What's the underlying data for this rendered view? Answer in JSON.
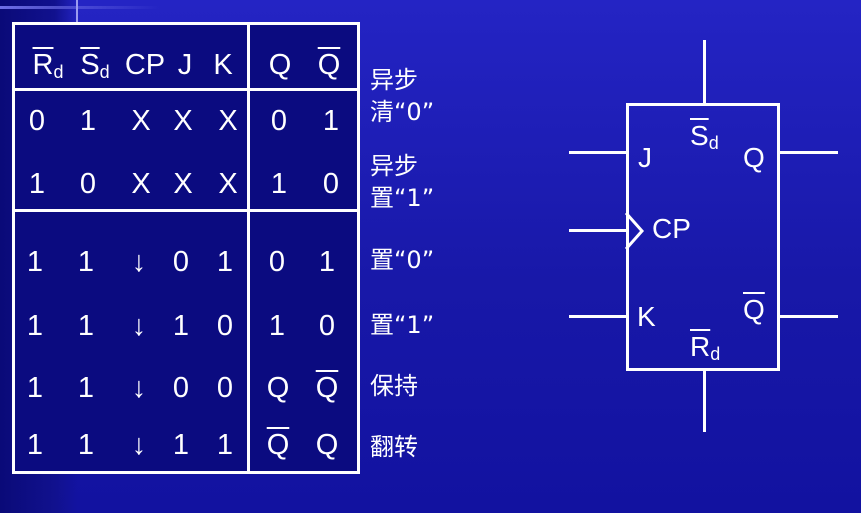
{
  "truth_table": {
    "header": {
      "rd": {
        "main": "R",
        "sub": "d"
      },
      "sd": {
        "main": "S",
        "sub": "d"
      },
      "cp": "CP",
      "j": "J",
      "k": "K",
      "q": "Q",
      "qbar": "Q"
    },
    "rows": [
      [
        "0",
        "1",
        "X",
        "X",
        "X",
        "0",
        "1"
      ],
      [
        "1",
        "0",
        "X",
        "X",
        "X",
        "1",
        "0"
      ],
      [
        "1",
        "1",
        "↓",
        "0",
        "1",
        "0",
        "1"
      ],
      [
        "1",
        "1",
        "↓",
        "1",
        "0",
        "1",
        "0"
      ],
      [
        "1",
        "1",
        "↓",
        "0",
        "0",
        "Q",
        "Q"
      ],
      [
        "1",
        "1",
        "↓",
        "1",
        "1",
        "Q",
        "Q"
      ]
    ]
  },
  "notes": {
    "async_clear_1": "异步",
    "async_clear_2": "清“0”",
    "async_set_1": "异步",
    "async_set_2": "置“1”",
    "set0": "置“0”",
    "set1": "置“1”",
    "hold": "保持",
    "toggle": "翻转"
  },
  "flipflop": {
    "j": "J",
    "k": "K",
    "cp": "CP",
    "q": "Q",
    "qbar": "Q",
    "sd": {
      "main": "S",
      "sub": "d"
    },
    "rd": {
      "main": "R",
      "sub": "d"
    }
  }
}
